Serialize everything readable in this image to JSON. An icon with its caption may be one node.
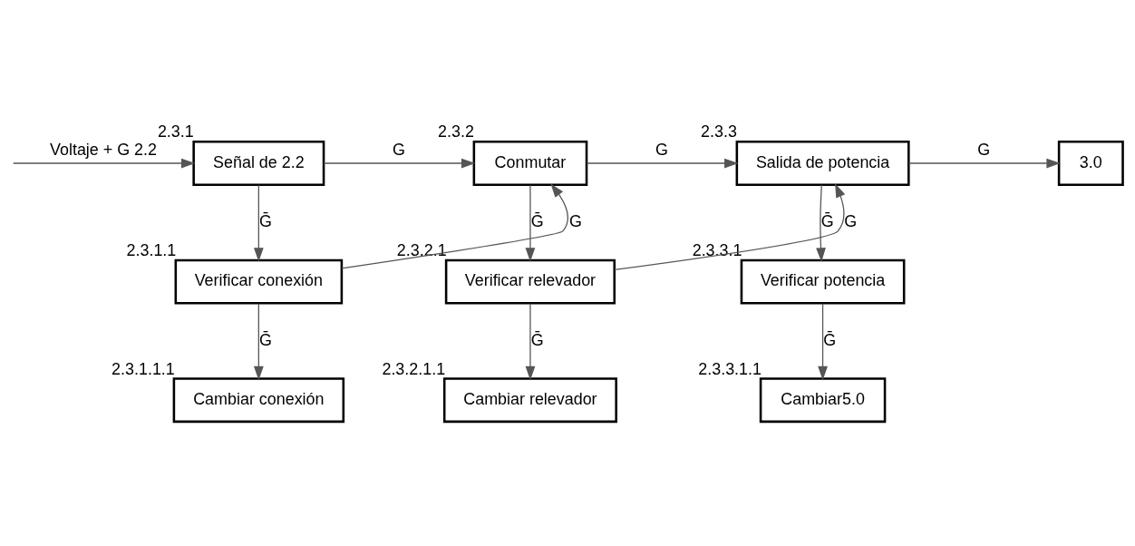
{
  "diagram": {
    "nodes": [
      {
        "text": [
          "Señal de 2.2"
        ],
        "beside": [
          "2.3.1"
        ]
      },
      {
        "text": [
          "Conmutar"
        ],
        "beside": [
          "2.3.2"
        ]
      },
      {
        "text": [
          "Salida de potencia"
        ],
        "beside": [
          "2.3.3"
        ]
      },
      {
        "text": [
          "3.0"
        ]
      },
      {
        "text": [
          "Verificar conexión"
        ],
        "beside": [
          "2.3.1.1"
        ]
      },
      {
        "text": [
          "Verificar relevador"
        ],
        "beside": [
          "2.3.2.1"
        ]
      },
      {
        "text": [
          "Verificar potencia"
        ],
        "beside": [
          "2.3.3.1"
        ]
      },
      {
        "text": [
          "Cambiar conexión"
        ],
        "beside": [
          "2.3.1.1.1"
        ]
      },
      {
        "text": [
          "Cambiar relevador"
        ],
        "beside": [
          "2.3.2.1.1"
        ]
      },
      {
        "text": [
          "Cambiar5.0"
        ],
        "beside": [
          "2.3.3.1.1"
        ]
      }
    ],
    "edges": [
      {
        "from": null,
        "to": 0,
        "arrow": "to",
        "label": "Voltaje + G 2.2"
      },
      {
        "from": 0,
        "to": 1,
        "arrow": "to",
        "label": "G"
      },
      {
        "from": 1,
        "to": 2,
        "arrow": "to",
        "label": "G"
      },
      {
        "from": 2,
        "to": 3,
        "arrow": "to",
        "label": "G"
      },
      {
        "from": 0,
        "to": 4,
        "arrow": "to",
        "label": "Ḡ"
      },
      {
        "from": 4,
        "to": 1,
        "arrow": "to",
        "label": "G"
      },
      {
        "from": 1,
        "to": 5,
        "arrow": "to",
        "label": "Ḡ"
      },
      {
        "from": 5,
        "to": 2,
        "arrow": "to",
        "label": "G"
      },
      {
        "from": 2,
        "to": 6,
        "arrow": "to",
        "label": "Ḡ"
      },
      {
        "from": 4,
        "to": 7,
        "arrow": "to",
        "label": "Ḡ"
      },
      {
        "from": 5,
        "to": 8,
        "arrow": "to",
        "label": "Ḡ"
      },
      {
        "from": 6,
        "to": 9,
        "arrow": "to",
        "label": "Ḡ"
      }
    ]
  }
}
